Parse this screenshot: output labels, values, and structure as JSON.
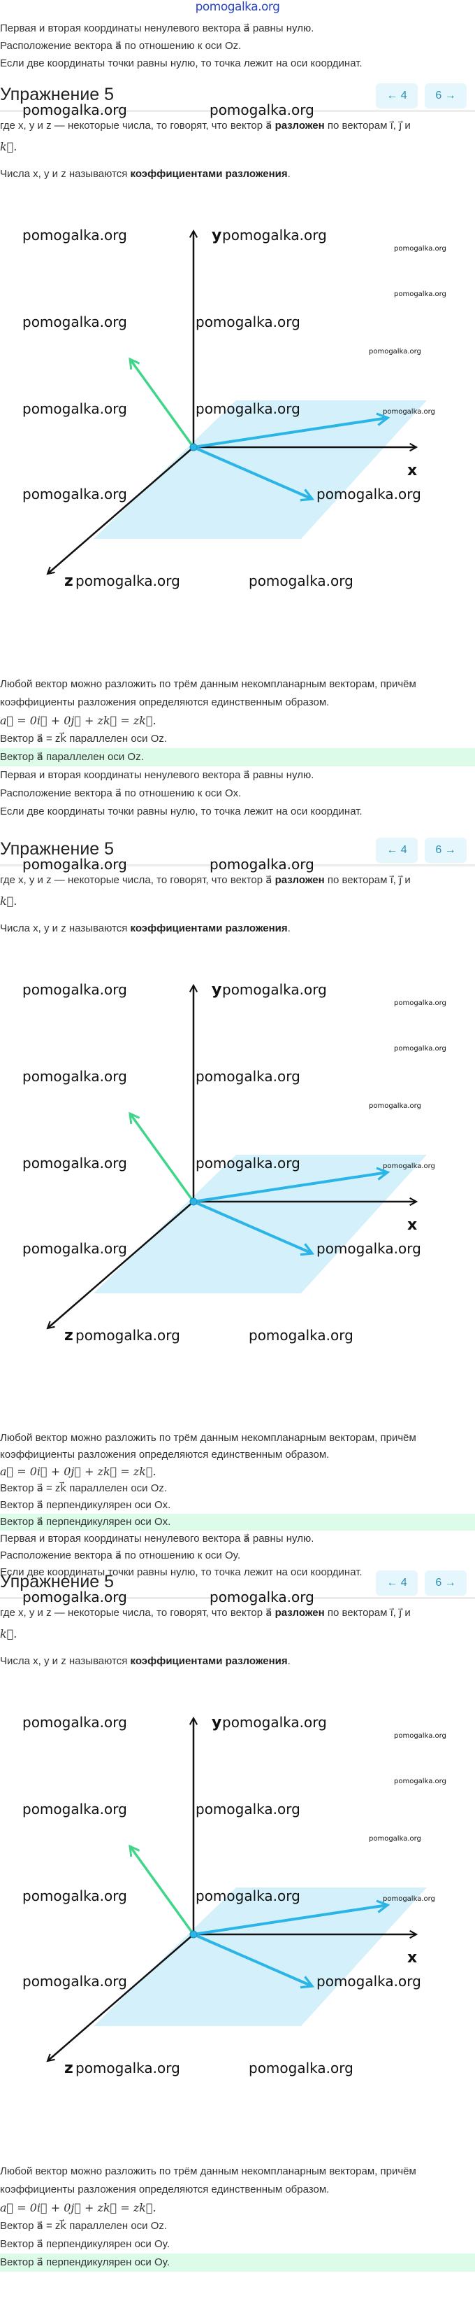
{
  "watermark": "pomogalka.org",
  "top_lines": [
    "Первая и вторая координаты ненулевого вектора a⃗ равны нулю.",
    "Расположение вектора a⃗ по отношению к оси Oz.",
    "Если две координаты точки равны нулю, то точка лежит на оси координат."
  ],
  "colors": {
    "axis": "#111111",
    "plane": "#d4f1fb",
    "blue_vectors": "#2bb5e6",
    "green_vector": "#3fd68a",
    "highlight": "#dcfbe9"
  },
  "sections": [
    {
      "title": "Упражнение 5",
      "nav_prev": "← 4",
      "nav_next": "6 →",
      "intro_a": "где x, y и z — некоторые числа, то говорят, что вектор a⃗ ",
      "intro_bold": "разложен",
      "intro_b": " по векторам i⃗, j⃗ и",
      "intro_k": "k⃗.",
      "coef_a": "Числа x, y и z называются ",
      "coef_bold": "коэффициентами разложения",
      "coef_b": ".",
      "axis": {
        "x": "x",
        "y": "y",
        "z": "z"
      },
      "tail": [
        "Любой вектор можно разложить по трём данным некомпланарным векторам, причём",
        "коэффициенты разложения определяются единственным образом.",
        "a⃗ = 0i⃗ + 0j⃗ + zk⃗ = zk⃗.",
        "Вектор a⃗ = zk⃗ параллелен оси Oz.",
        "Вектор a⃗ параллелен оси Oz.",
        "Первая и вторая координаты ненулевого вектора a⃗ равны нулю.",
        "Расположение вектора a⃗ по отношению к оси Ox.",
        "Если две координаты точки равны нулю, то точка лежит на оси координат."
      ],
      "highlight_index": 4
    },
    {
      "title": "Упражнение 5",
      "nav_prev": "← 4",
      "nav_next": "6 →",
      "intro_a": "где x, y и z — некоторые числа, то говорят, что вектор a⃗ ",
      "intro_bold": "разложен",
      "intro_b": " по векторам i⃗, j⃗ и",
      "intro_k": "k⃗.",
      "coef_a": "Числа x, y и z называются ",
      "coef_bold": "коэффициентами разложения",
      "coef_b": ".",
      "axis": {
        "x": "x",
        "y": "y",
        "z": "z"
      },
      "tail": [
        "Любой вектор можно разложить по трём данным некомпланарным векторам, причём",
        "коэффициенты разложения определяются единственным образом.",
        "a⃗ = 0i⃗ + 0j⃗ + zk⃗ = zk⃗.",
        "Вектор a⃗ = zk⃗ параллелен оси Oz.",
        "Вектор a⃗ перпендикулярен оси Ox.",
        "Вектор a⃗ перпендикулярен оси Ox.",
        "Первая и вторая координаты ненулевого вектора a⃗ равны нулю.",
        "Расположение вектора a⃗ по отношению к оси Oy.",
        "Если две координаты точки равны нулю, то точка лежит на оси координат."
      ],
      "highlight_index": 5
    },
    {
      "title": "Упражнение 5",
      "nav_prev": "← 4",
      "nav_next": "6 →",
      "intro_a": "где x, y и z — некоторые числа, то говорят, что вектор a⃗ ",
      "intro_bold": "разложен",
      "intro_b": " по векторам i⃗, j⃗ и",
      "intro_k": "k⃗.",
      "coef_a": "Числа x, y и z называются ",
      "coef_bold": "коэффициентами разложения",
      "coef_b": ".",
      "axis": {
        "x": "x",
        "y": "y",
        "z": "z"
      },
      "tail": [
        "Любой вектор можно разложить по трём данным некомпланарным векторам, причём",
        "коэффициенты разложения определяются единственным образом.",
        "a⃗ = 0i⃗ + 0j⃗ + zk⃗ = zk⃗.",
        "Вектор a⃗ = zk⃗ параллелен оси Oz.",
        "Вектор a⃗ перпендикулярен оси Oy.",
        "Вектор a⃗ перпендикулярен оси Oy."
      ],
      "highlight_index": 5
    }
  ]
}
